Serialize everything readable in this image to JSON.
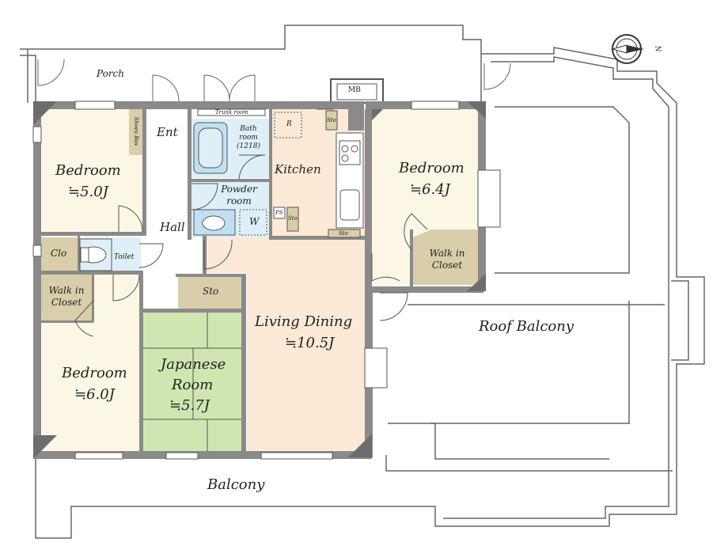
{
  "compass": {
    "label": "N"
  },
  "rooms": {
    "porch": "Porch",
    "entrance": "Ent",
    "shoes_box": "Shoes Box",
    "trunk_room": "Trunk room",
    "bath_room": "Bath room (1218)",
    "powder_room": "Powder room",
    "washer": "W",
    "kitchen": "Kitchen",
    "refrigerator": "R",
    "mb": "MB",
    "kitchen_sto_top": "Sto",
    "kitchen_sto_mid": "Sto",
    "kitchen_sto_bottom": "Sto",
    "ps": "PS",
    "bedroom_nw": {
      "name": "Bedroom",
      "size": "≒5.0J"
    },
    "bedroom_ne": {
      "name": "Bedroom",
      "size": "≒6.4J"
    },
    "bedroom_sw": {
      "name": "Bedroom",
      "size": "≒6.0J"
    },
    "hall": "Hall",
    "closet": "Clo",
    "toilet": "Toilet",
    "walk_in_closet_w": "Walk in Closet",
    "walk_in_closet_e": "Walk in Closet",
    "storage": "Sto",
    "living_dining": {
      "name": "Living Dining",
      "size": "≒10.5J"
    },
    "japanese_room": {
      "name_line1": "Japanese",
      "name_line2": "Room",
      "size": "≒5.7J"
    },
    "roof_balcony": "Roof Balcony",
    "balcony": "Balcony"
  },
  "colors": {
    "wall": "#8a8a8a",
    "wall_dark": "#6d6d6d",
    "bedroom": "#fbf7e4",
    "kitchen": "#fce9d6",
    "living": "#fce9d6",
    "wet_area": "#dfeff8",
    "fixture": "#bfe0f0",
    "storage": "#d8cfaa",
    "tatami": "#cfe6b0",
    "hall": "#ffffff",
    "outline": "#555555"
  }
}
